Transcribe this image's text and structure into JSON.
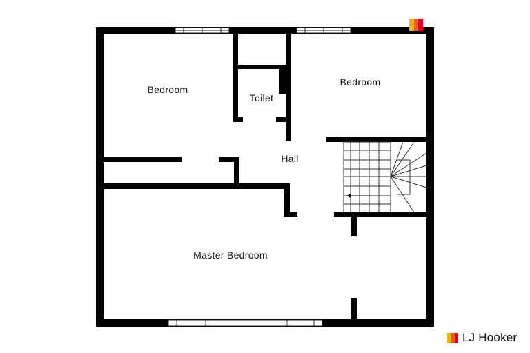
{
  "rooms": {
    "bedroom_left": "Bedroom",
    "toilet": "Toilet",
    "bedroom_right": "Bedroom",
    "hall": "Hall",
    "master_bedroom": "Master Bedroom"
  },
  "brand": {
    "name": "LJ Hooker",
    "colors": [
      "#f7b500",
      "#f05a28",
      "#e4002b"
    ]
  },
  "stairs": {
    "direction": "down-left arrow"
  }
}
